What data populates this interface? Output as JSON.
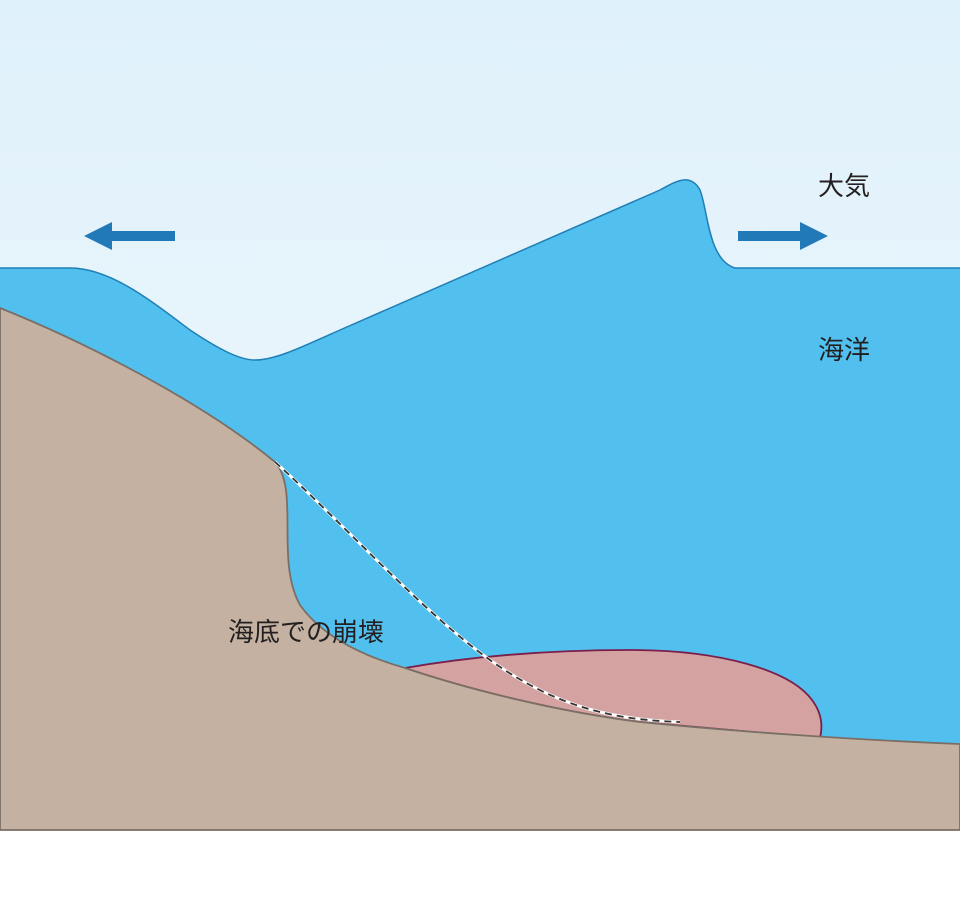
{
  "labels": {
    "atmosphere": "大気",
    "ocean": "海洋",
    "collapse": "海底での崩壊"
  },
  "colors": {
    "sky_top": "#dff1fb",
    "sky_bottom": "#f3f9fc",
    "ocean": "#52c0ef",
    "ocean_stroke": "#1f7fb6",
    "seabed": "#c4b1a1",
    "seabed_stroke": "#7a6f66",
    "slide_deposit": "#d4a3a1",
    "slide_stroke": "#7a1f4a",
    "arrow": "#2279b8",
    "failure_line": "#333333"
  },
  "icons": {
    "left_arrow": "arrow-left-icon",
    "right_arrow": "arrow-right-icon"
  }
}
